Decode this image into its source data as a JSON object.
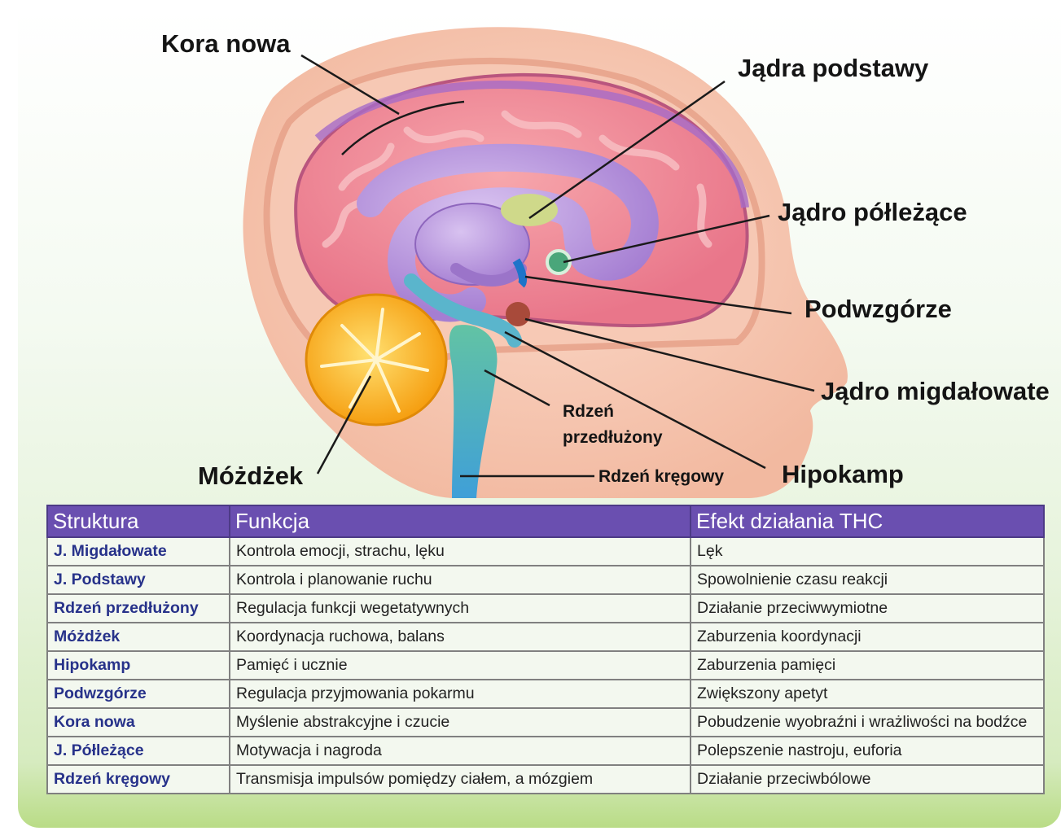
{
  "labels": {
    "kora_nowa": "Kora nowa",
    "jadra_podstawy": "Jądra podstawy",
    "jadro_pollezace": "Jądro półleżące",
    "podwzgorze": "Podwzgórze",
    "jadro_migdalowate": "Jądro migdałowate",
    "rdzen_przedluzony_1": "Rdzeń",
    "rdzen_przedluzony_2": "przedłużony",
    "hipokamp": "Hipokamp",
    "rdzen_kregowy": "Rdzeń kręgowy",
    "mozdzek": "Móżdżek"
  },
  "table": {
    "headers": [
      "Struktura",
      "Funkcja",
      "Efekt działania THC"
    ],
    "rows": [
      [
        "J. Migdałowate",
        "Kontrola emocji, strachu, lęku",
        "Lęk"
      ],
      [
        "J. Podstawy",
        "Kontrola i planowanie ruchu",
        "Spowolnienie czasu reakcji"
      ],
      [
        "Rdzeń przedłużony",
        "Regulacja funkcji wegetatywnych",
        "Działanie przeciwwymiotne"
      ],
      [
        "Móżdżek",
        "Koordynacja ruchowa, balans",
        "Zaburzenia koordynacji"
      ],
      [
        "Hipokamp",
        "Pamięć i ucznie",
        "Zaburzenia pamięci"
      ],
      [
        "Podwzgórze",
        "Regulacja przyjmowania pokarmu",
        "Zwiększony apetyt"
      ],
      [
        "Kora nowa",
        "Myślenie abstrakcyjne i czucie",
        "Pobudzenie wyobraźni i wrażliwości na bodźce"
      ],
      [
        "J. Półleżące",
        "Motywacja i nagroda",
        "Polepszenie nastroju, euforia"
      ],
      [
        "Rdzeń kręgowy",
        "Transmisja impulsów pomiędzy ciałem, a mózgiem",
        "Działanie przeciwbólowe"
      ]
    ]
  },
  "colors": {
    "table_header": "#6a4fb0",
    "structure_text": "#27328a",
    "cortex": "#f08a96",
    "cerebellum": "#ffb21a",
    "limbic": "#b38fd8",
    "brainstem": "#3fb6a6"
  }
}
